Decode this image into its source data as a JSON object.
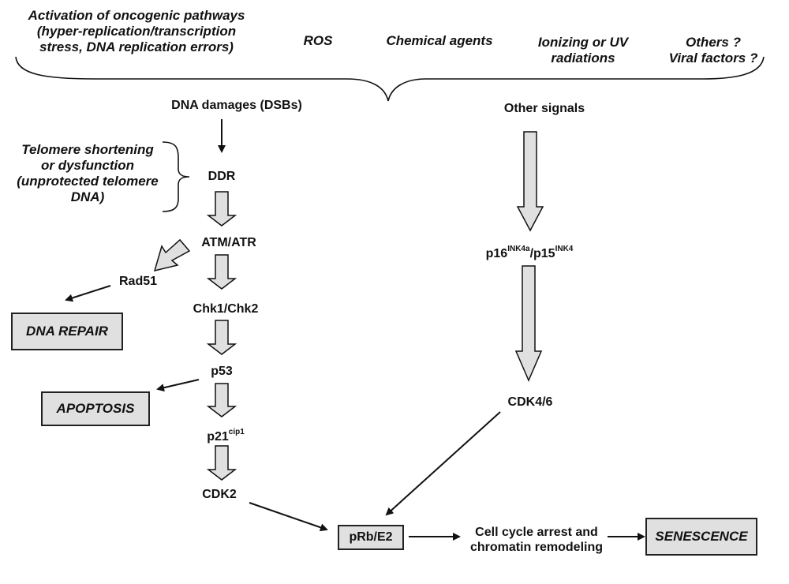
{
  "stressors": {
    "oncogenic": [
      "Activation of oncogenic pathways",
      "(hyper-replication/transcription",
      "stress, DNA replication errors)"
    ],
    "ros": "ROS",
    "chemical": "Chemical agents",
    "radiation": [
      "Ionizing or UV",
      "radiations"
    ],
    "others": [
      "Others ?",
      "Viral factors ?"
    ]
  },
  "telomere": [
    "Telomere shortening",
    "or dysfunction",
    "(unprotected telomere",
    "DNA)"
  ],
  "left_pathway": {
    "dna_damage": "DNA damages (DSBs)",
    "ddr": "DDR",
    "atm_atr": "ATM/ATR",
    "rad51": "Rad51",
    "chk": "Chk1/Chk2",
    "p53": "p53",
    "p21": {
      "base": "p21",
      "sup": "cip1"
    },
    "cdk2": "CDK2"
  },
  "right_pathway": {
    "other_signals": "Other signals",
    "p16": {
      "base": "p16",
      "sup": "INK4a"
    },
    "p15": {
      "base": "/p15",
      "sup": "INK4"
    },
    "cdk46": "CDK4/6"
  },
  "outcomes": {
    "dna_repair": "DNA REPAIR",
    "apoptosis": "APOPTOSIS",
    "prb": "pRb/E2",
    "arrest": [
      "Cell cycle arrest and",
      "chromatin remodeling"
    ],
    "senescence": "SENESCENCE"
  },
  "colors": {
    "box_fill": "#e0e0e0",
    "arrow_fill": "#e0e0e0",
    "stroke": "#111111"
  }
}
